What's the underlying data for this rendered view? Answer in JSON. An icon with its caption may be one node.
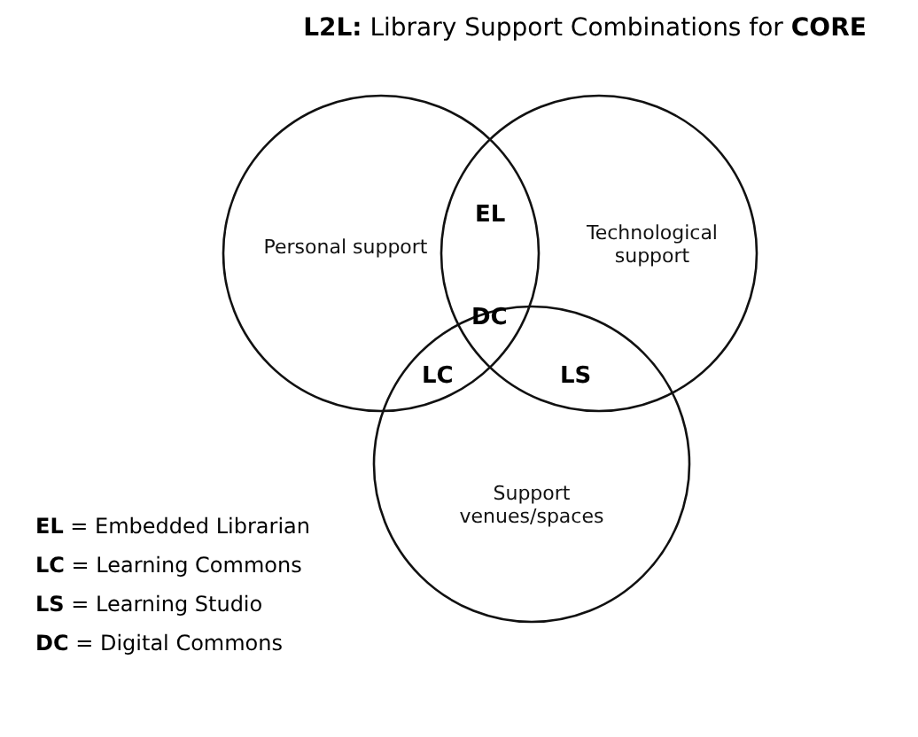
{
  "diagram": {
    "title": "**L2L:** Library Support Combinations for **CORE**",
    "nodes": [
      {
        "text": [
          "Personal support"
        ]
      },
      {
        "text": [
          "Technological support"
        ]
      },
      {
        "text": [
          "Support venues/spaces"
        ]
      }
    ],
    "labels": [
      "EL",
      "DC",
      "LC",
      "LS",
      "**EL** = Embedded Librarian",
      "**LC** = Learning Commons",
      "**LS** = Learning Studio",
      "**DC** = Digital Commons"
    ]
  }
}
